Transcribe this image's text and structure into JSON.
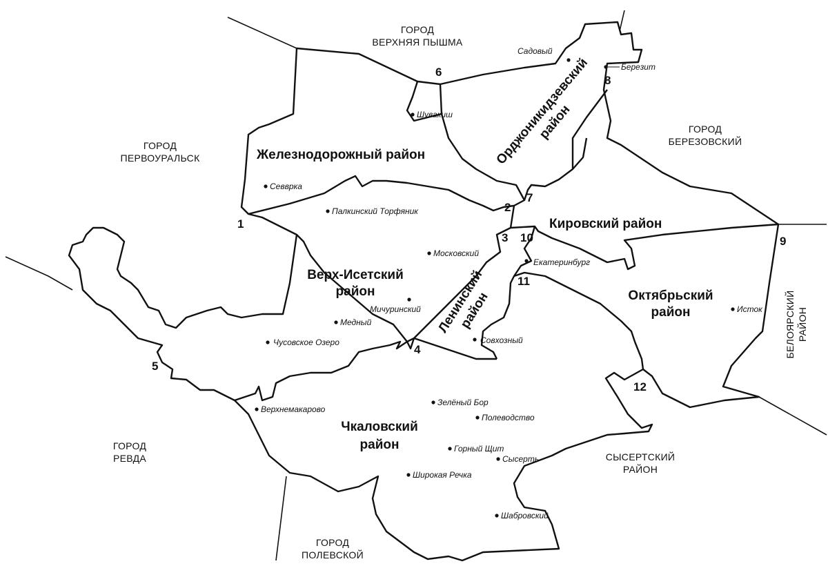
{
  "neighbors": {
    "verkhnyaya_pyshma": [
      "ГОРОД",
      "ВЕРХНЯЯ ПЫШМА"
    ],
    "pervouralsk": [
      "ГОРОД",
      "ПЕРВОУРАЛЬСК"
    ],
    "berezovsky": [
      "ГОРОД",
      "БЕРЕЗОВСКИЙ"
    ],
    "revda": [
      "ГОРОД",
      "РЕВДА"
    ],
    "polevskoy": [
      "ГОРОД",
      "ПОЛЕВСКОЙ"
    ],
    "sysert": [
      "СЫСЕРТСКИЙ",
      "РАЙОН"
    ],
    "beloyarsky": [
      "БЕЛОЯРСКИЙ",
      "РАЙОН"
    ]
  },
  "districts": {
    "zheleznodorozhny": "Железнодорожный район",
    "ordzhonikidzevsky": [
      "Орджоникидзевский",
      "район"
    ],
    "kirovsky": "Кировский район",
    "verkh_isetsky": [
      "Верх-Исетский",
      "район"
    ],
    "leninsky": [
      "Ленинский",
      "район"
    ],
    "oktyabrsky": [
      "Октябрьский",
      "район"
    ],
    "chkalovsky": [
      "Чкаловский",
      "район"
    ]
  },
  "settlements": {
    "sadovy": "Садовый",
    "berezit": "Березит",
    "shuvakish": "Шувакиш",
    "sevvrka": "Севврка",
    "palkinsky": "Палкинский Торфяник",
    "moskovsky": "Московский",
    "ekaterinburg": "Екатеринбург",
    "michurinsky": "Мичуринский",
    "medny": "Медный",
    "chusovskoe": "Чусовское Озеро",
    "sovkhozny": "Совхозный",
    "istok": "Исток",
    "verkhnemakarovo": "Верхнемакарово",
    "zeleny_bor": "Зелёный Бор",
    "polevodstvo": "Полеводство",
    "gorny_shchit": "Горный Щит",
    "sysert": "Сысерть",
    "shirokaya_rechka": "Широкая Речка",
    "shabrovsky": "Шабровский"
  },
  "markers": [
    "1",
    "2",
    "3",
    "4",
    "5",
    "6",
    "7",
    "8",
    "9",
    "10",
    "11",
    "12"
  ]
}
